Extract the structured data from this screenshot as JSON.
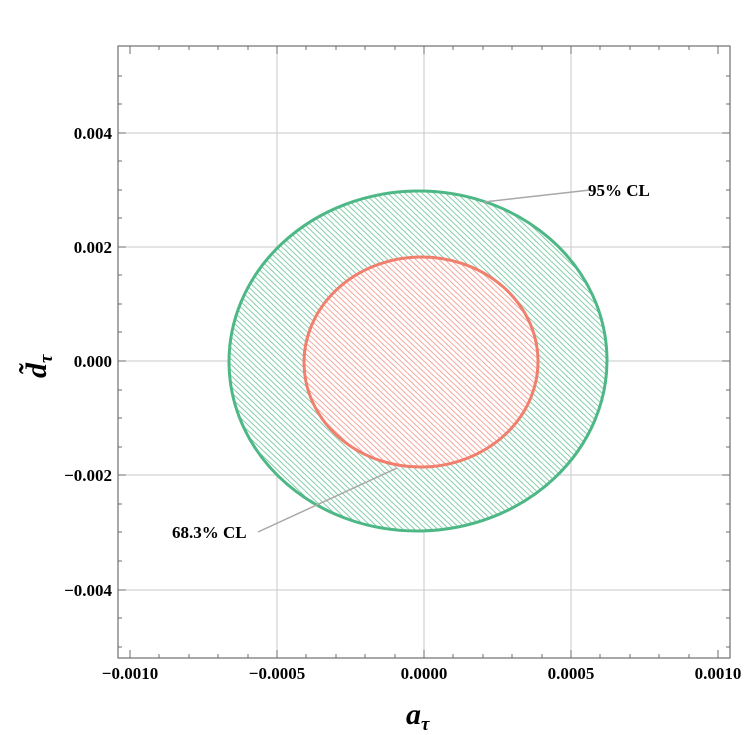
{
  "chart_data": {
    "type": "contour",
    "title": "",
    "xlabel": "a_τ",
    "ylabel": "d̃_τ",
    "xlim": [
      -0.00104,
      0.00104
    ],
    "ylim": [
      -0.0052,
      0.0055
    ],
    "grid": true,
    "x_ticks": [
      "−0.0010",
      "−0.0005",
      "0.0000",
      "0.0005",
      "0.0010"
    ],
    "x_tick_values": [
      -0.001,
      -0.0005,
      0.0,
      0.0005,
      0.001
    ],
    "y_ticks": [
      "0.004",
      "0.002",
      "0.000",
      "−0.002",
      "−0.004"
    ],
    "y_tick_values": [
      0.004,
      0.002,
      0.0,
      -0.002,
      -0.004
    ],
    "series": [
      {
        "name": "95% CL",
        "shape": "ellipse",
        "center": [
          -2e-05,
          0.0
        ],
        "semi_axes": [
          0.000643,
          0.00298
        ],
        "color": "#4db885",
        "fill": "hatched"
      },
      {
        "name": "68.3% CL",
        "shape": "ellipse",
        "center": [
          -1e-05,
          -2e-05
        ],
        "semi_axes": [
          0.000396,
          0.00184
        ],
        "color": "#f07f6e",
        "fill": "hatched"
      }
    ],
    "annotations": [
      {
        "text": "95% CL",
        "x": 0.00057,
        "y": 0.00307,
        "points_to": [
          0.0002,
          0.0028
        ]
      },
      {
        "text": "68.3% CL",
        "x": -0.00085,
        "y": -0.003,
        "points_to": [
          -9e-05,
          -0.00187
        ]
      }
    ]
  },
  "labels": {
    "x_axis_main": "a",
    "x_axis_sub": "τ",
    "y_axis_main": "d̃",
    "y_axis_sub": "τ",
    "annot_95": "95% CL",
    "annot_68": "68.3% CL",
    "xt0": "−0.0010",
    "xt1": "−0.0005",
    "xt2": "0.0000",
    "xt3": "0.0005",
    "xt4": "0.0010",
    "yt0": "0.004",
    "yt1": "0.002",
    "yt2": "0.000",
    "yt3": "−0.002",
    "yt4": "−0.004"
  },
  "colors": {
    "outer": "#4db885",
    "inner": "#f07f6e",
    "grid": "#c8c8c8",
    "frame": "#6e6e6e"
  }
}
